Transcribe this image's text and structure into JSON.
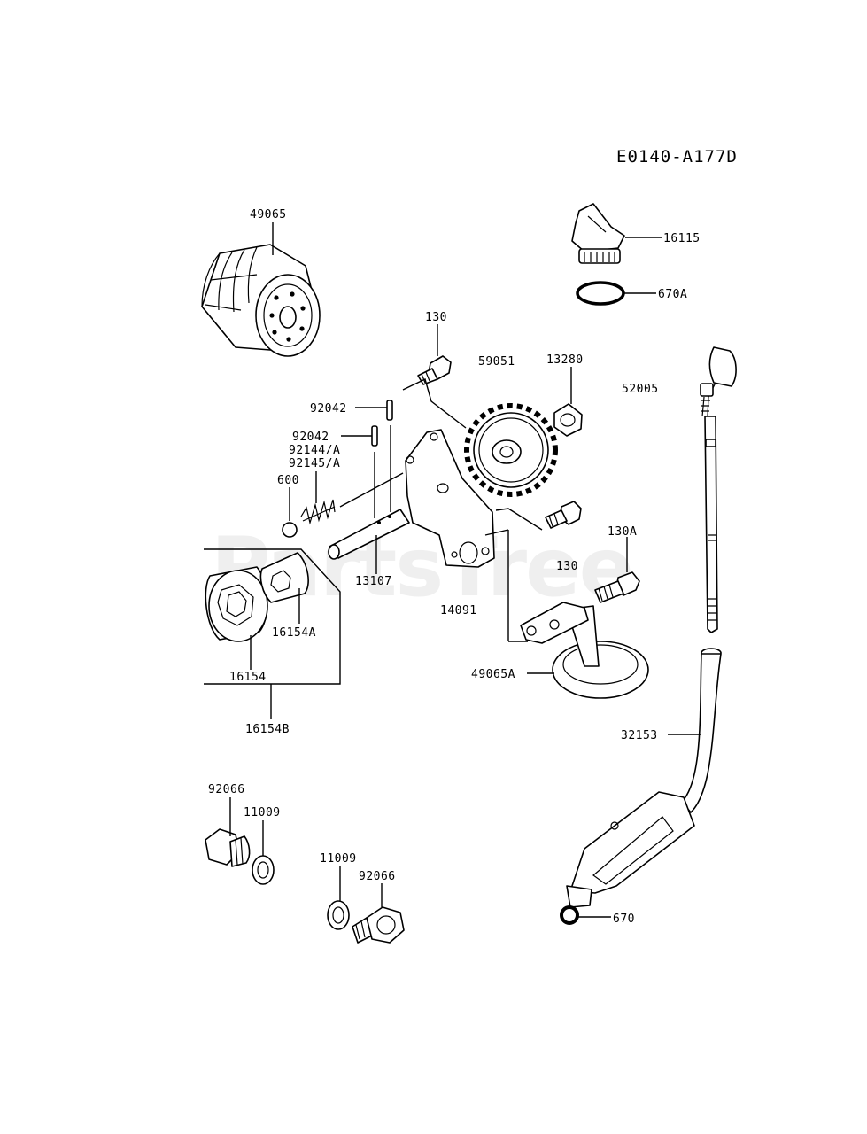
{
  "diagram": {
    "code": "E0140-A177D",
    "watermark": "PartsTree",
    "parts": {
      "p49065": "49065",
      "p16115": "16115",
      "p670A": "670A",
      "p130_top": "130",
      "p59051": "59051",
      "p13280": "13280",
      "p52005": "52005",
      "p92042_a": "92042",
      "p92042_b": "92042",
      "p92144A": "92144/A",
      "p92145A": "92145/A",
      "p600": "600",
      "p130A": "130A",
      "p130_mid": "130",
      "p13107": "13107",
      "p16154A": "16154A",
      "p14091": "14091",
      "p49065A": "49065A",
      "p16154": "16154",
      "p16154B": "16154B",
      "p32153": "32153",
      "p92066_a": "92066",
      "p11009_a": "11009",
      "p11009_b": "11009",
      "p92066_b": "92066",
      "p670": "670"
    }
  }
}
